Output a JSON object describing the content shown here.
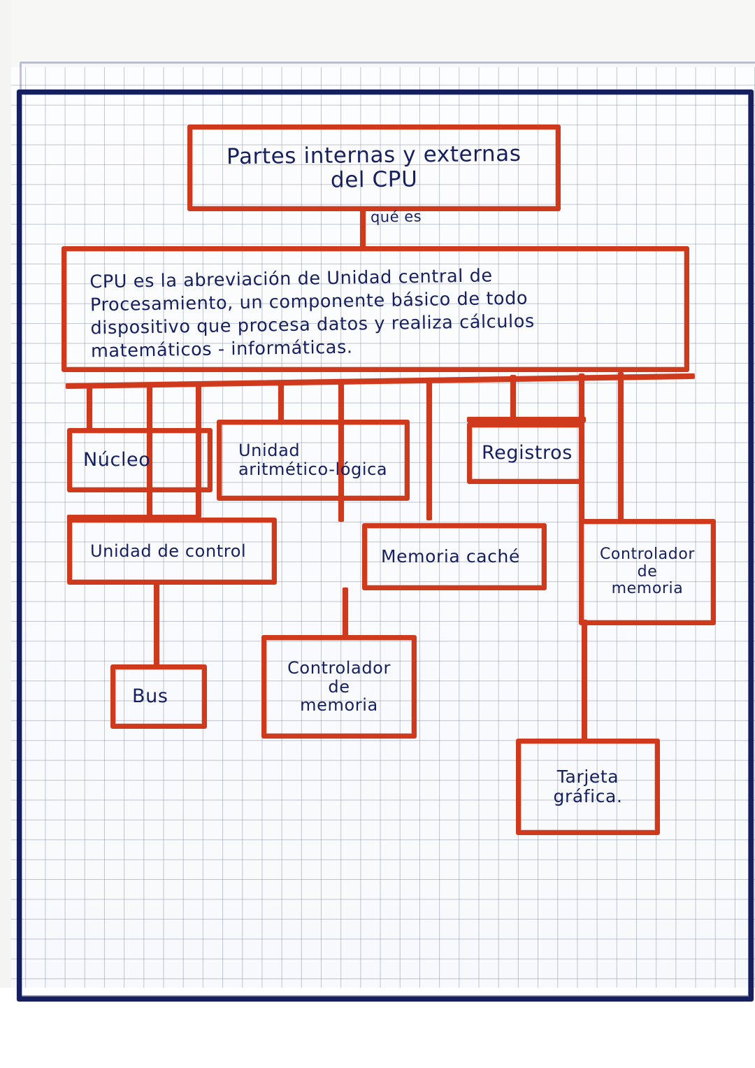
{
  "document": {
    "kind": "handwritten-concept-map",
    "language": "es",
    "paper": "graph-paper",
    "border_color": "#16205e",
    "box_color": "#cf3a1c",
    "ink_color": "#141e50"
  },
  "title_box": {
    "text": "Partes internas y externas\ndel CPU"
  },
  "connector_label": {
    "text": "qué es"
  },
  "definition_box": {
    "text": "CPU es la abreviación de Unidad central de\nProcesamiento, un componente básico de todo\ndispositivo que procesa datos y realiza cálculos\nmatemáticos - informáticas."
  },
  "nodes": [
    {
      "id": "nucleo",
      "text": "Núcleo"
    },
    {
      "id": "ual",
      "text": "Unidad\naritmético-lógica"
    },
    {
      "id": "registros",
      "text": "Registros"
    },
    {
      "id": "ucontrol",
      "text": "Unidad de control"
    },
    {
      "id": "cache",
      "text": "Memoria caché"
    },
    {
      "id": "ctrlmem_r",
      "text": "Controlador\nde\nmemoria"
    },
    {
      "id": "bus",
      "text": "Bus"
    },
    {
      "id": "ctrlmem_b",
      "text": "Controlador\nde\nmemoria"
    },
    {
      "id": "tarjeta",
      "text": "Tarjeta\ngráfica."
    }
  ]
}
